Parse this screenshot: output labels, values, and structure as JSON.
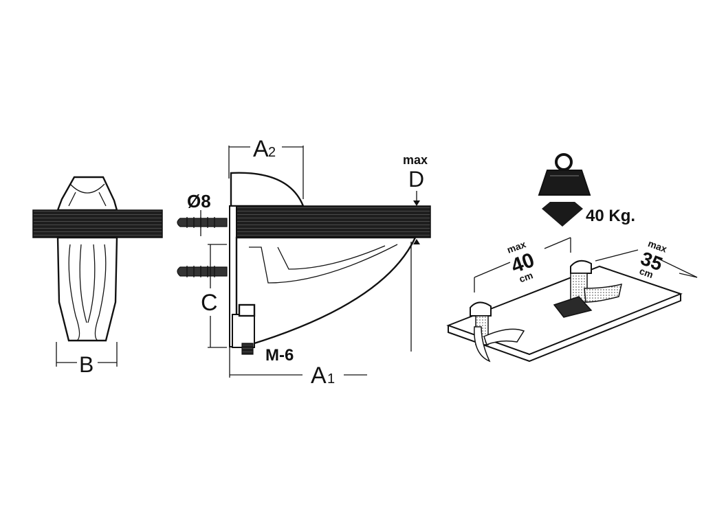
{
  "labels": {
    "b": "B",
    "a2_letter": "A",
    "a2_sub": "2",
    "a1_letter": "A",
    "a1_sub": "1",
    "c": "C",
    "d_max": "max",
    "d": "D",
    "diameter": "Ø8",
    "screw": "M-6"
  },
  "load": {
    "weight": "40 Kg.",
    "width_max": "max",
    "width_value": "40",
    "width_unit": "cm",
    "depth_max": "max",
    "depth_value": "35",
    "depth_unit": "cm"
  }
}
